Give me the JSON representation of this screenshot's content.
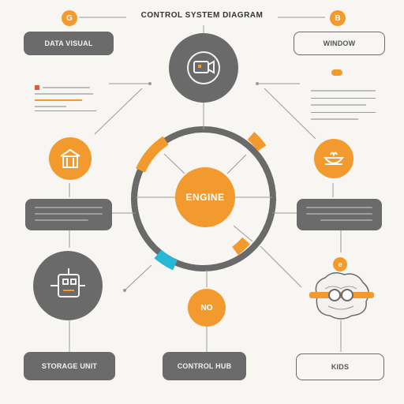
{
  "diagram": {
    "title": "CONTROL SYSTEM DIAGRAM",
    "hub_label": "ENGINE",
    "bottom_center_label": "NO",
    "colors": {
      "accent": "#f39a2e",
      "node": "#6a6a6a",
      "ring": "#6a6a6a",
      "highlight": "#27b8d6",
      "connector": "#9a9a9a"
    },
    "boxes": {
      "top_left": "DATA VISUAL",
      "top_right": "WINDOW",
      "mid_left": "",
      "mid_right": "",
      "bottom_left": "STORAGE UNIT",
      "bottom_center": "CONTROL HUB",
      "bottom_right": "KIDS"
    },
    "badges": {
      "top_left": "G",
      "top_right": "B",
      "right_brain": "e"
    },
    "icons": {
      "top_center": "video-camera-icon",
      "left_orange": "house-icon",
      "right_orange": "bowl-icon",
      "left_gray": "robot-icon",
      "right_brain": "brain-icon"
    }
  }
}
